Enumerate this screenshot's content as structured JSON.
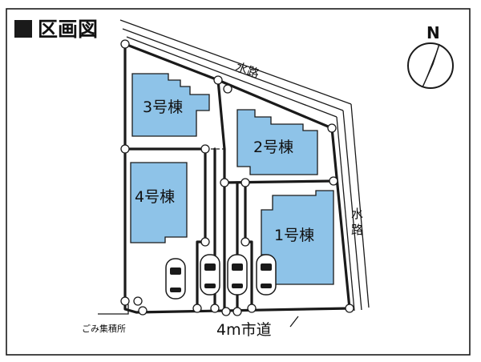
{
  "title": "区画図",
  "lots": [
    {
      "id": "lot-1",
      "label": "1号棟"
    },
    {
      "id": "lot-2",
      "label": "2号棟"
    },
    {
      "id": "lot-3",
      "label": "3号棟"
    },
    {
      "id": "lot-4",
      "label": "4号棟"
    }
  ],
  "water_channel": {
    "top_label": "水路",
    "right_label_top": "水",
    "right_label_bottom": "路"
  },
  "road_label": "4m市道",
  "garbage_label": "ごみ集積所",
  "compass_label": "N",
  "colors": {
    "house_fill": "#8ec3e8",
    "border": "#1a1a1a",
    "background": "#ffffff"
  }
}
